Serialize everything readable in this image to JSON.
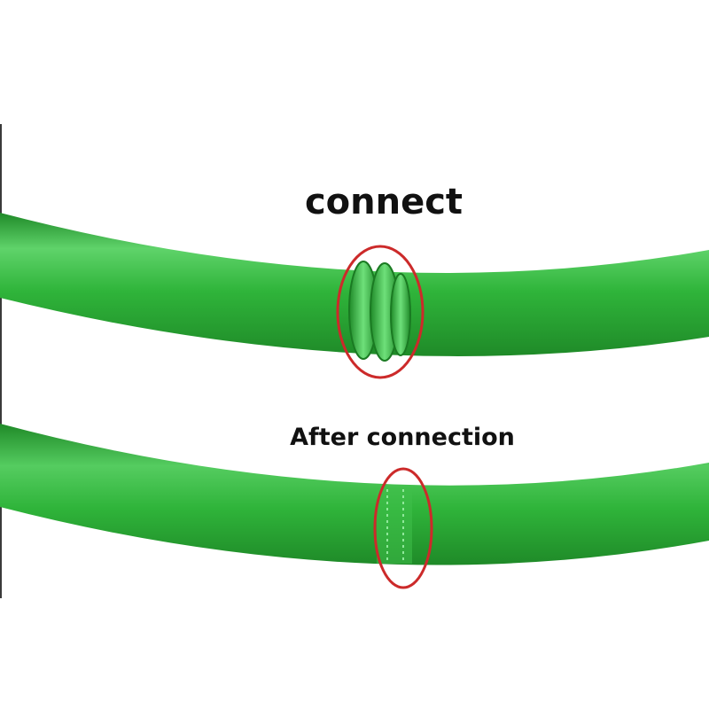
{
  "captions": {
    "top": "connect",
    "bottom": "After connection"
  },
  "colors": {
    "cord_green": "#2fb43a",
    "cord_highlight": "#5fd36a",
    "cord_shadow": "#1f8a28",
    "marker_red": "#cc2a2a",
    "caption_text": "#111111"
  },
  "icons": {
    "top_marker": "red-ellipse-outline",
    "bottom_marker": "red-ellipse-outline"
  }
}
